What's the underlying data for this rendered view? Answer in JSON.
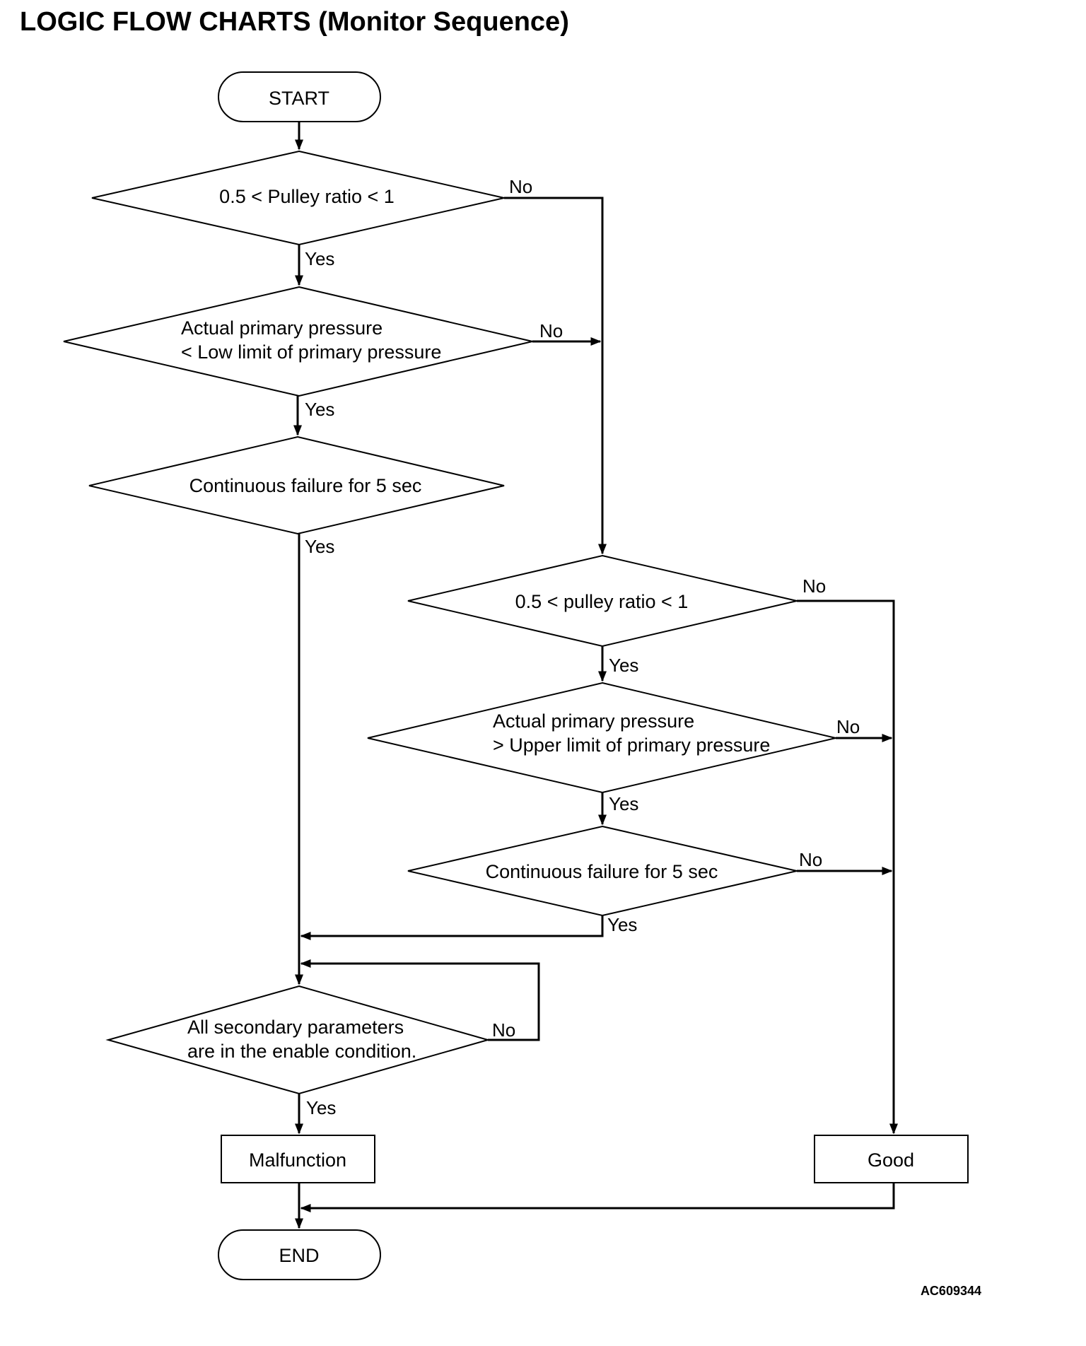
{
  "title": "LOGIC FLOW CHARTS (Monitor Sequence)",
  "figure_code": "AC609344",
  "nodes": {
    "start": "START",
    "decision_pulley_ratio_1": "0.5 < Pulley ratio < 1",
    "decision_low_pressure": [
      "Actual primary pressure",
      "< Low limit of primary pressure"
    ],
    "decision_continuous_1": "Continuous failure for 5 sec",
    "decision_pulley_ratio_2": "0.5 < pulley ratio < 1",
    "decision_upper_pressure": [
      "Actual primary pressure",
      "> Upper limit of primary pressure"
    ],
    "decision_continuous_2": "Continuous failure for 5 sec",
    "decision_secondary": [
      "All secondary parameters",
      "are in the enable condition."
    ],
    "malfunction": "Malfunction",
    "good": "Good",
    "end": "END"
  },
  "branch_labels": {
    "yes": "Yes",
    "no": "No"
  }
}
